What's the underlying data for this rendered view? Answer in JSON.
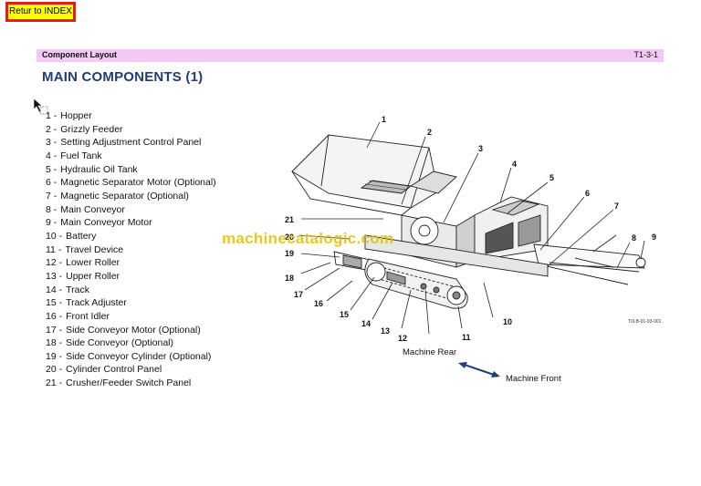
{
  "return_button": {
    "label": "Retur to INDEX"
  },
  "header": {
    "section": "Component Layout",
    "code": "T1-3-1"
  },
  "title": "MAIN COMPONENTS (1)",
  "components": [
    {
      "num": "1",
      "sep": " -",
      "name": "Hopper"
    },
    {
      "num": "2",
      "sep": " -",
      "name": "Grizzly Feeder"
    },
    {
      "num": "3",
      "sep": " -",
      "name": "Setting Adjustment Control Panel"
    },
    {
      "num": "4",
      "sep": " -",
      "name": "Fuel Tank"
    },
    {
      "num": "5",
      "sep": " -",
      "name": "Hydraulic Oil Tank"
    },
    {
      "num": "6",
      "sep": " -",
      "name": "Magnetic Separator Motor (Optional)"
    },
    {
      "num": "7",
      "sep": " -",
      "name": "Magnetic Separator (Optional)"
    },
    {
      "num": "8",
      "sep": " -",
      "name": "Main Conveyor"
    },
    {
      "num": "9",
      "sep": " -",
      "name": "Main Conveyor Motor"
    },
    {
      "num": "10",
      "sep": " -",
      "name": "Battery"
    },
    {
      "num": "11",
      "sep": " -",
      "name": "Travel Device"
    },
    {
      "num": "12",
      "sep": " -",
      "name": "Lower Roller"
    },
    {
      "num": "13",
      "sep": " -",
      "name": "Upper Roller"
    },
    {
      "num": "14",
      "sep": " -",
      "name": "Track"
    },
    {
      "num": "15",
      "sep": " -",
      "name": "Track Adjuster"
    },
    {
      "num": "16",
      "sep": " -",
      "name": "Front Idler"
    },
    {
      "num": "17",
      "sep": " -",
      "name": "Side Conveyor Motor (Optional)"
    },
    {
      "num": "18",
      "sep": " -",
      "name": "Side Conveyor (Optional)"
    },
    {
      "num": "19",
      "sep": " -",
      "name": "Side Conveyor Cylinder (Optional)"
    },
    {
      "num": "20",
      "sep": " -",
      "name": "Cylinder Control Panel"
    },
    {
      "num": "21",
      "sep": " -",
      "name": "Crusher/Feeder Switch Panel"
    }
  ],
  "diagram": {
    "callouts": [
      "1",
      "2",
      "3",
      "4",
      "5",
      "6",
      "7",
      "8",
      "9",
      "10",
      "11",
      "12",
      "13",
      "14",
      "15",
      "16",
      "17",
      "18",
      "19",
      "20",
      "21"
    ],
    "machine_rear": "Machine Rear",
    "machine_front": "Machine Front",
    "figure_code": "T0LB-01-03-001"
  },
  "watermark": "machinecatalogic.com",
  "colors": {
    "header_bg": "#f4c8f4",
    "title": "#1f3e74",
    "button_bg": "#ffff00",
    "button_border": "#e31b23",
    "watermark": "#e0c000"
  }
}
